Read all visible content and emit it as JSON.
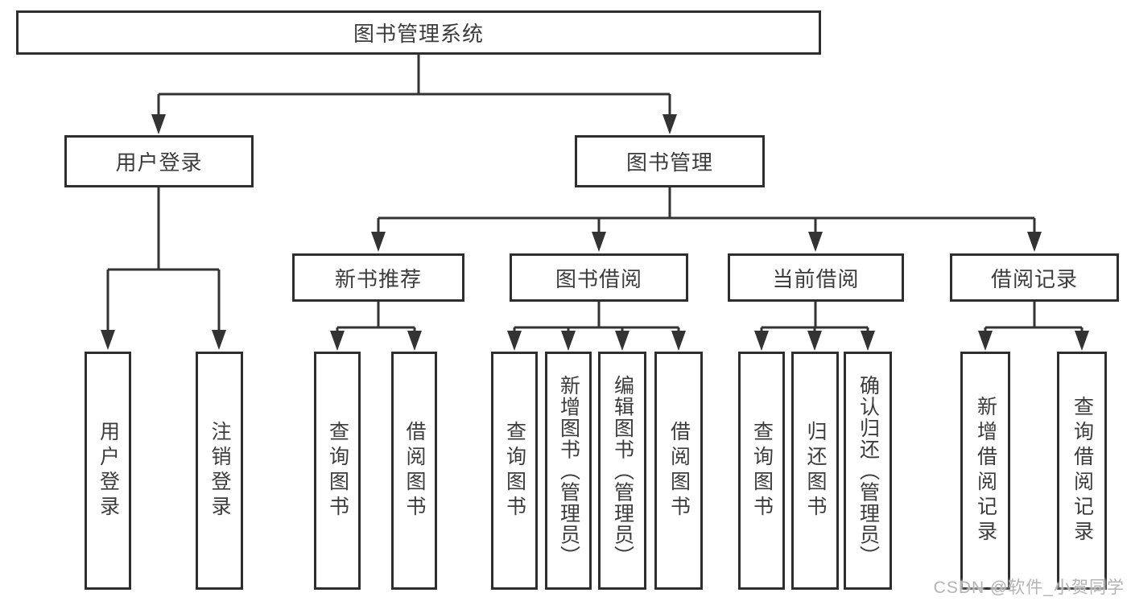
{
  "tree": {
    "root": {
      "label": "图书管理系统",
      "children": [
        {
          "label": "用户登录",
          "children": [
            {
              "label": "用户登录"
            },
            {
              "label": "注销登录"
            }
          ]
        },
        {
          "label": "图书管理",
          "children": [
            {
              "label": "新书推荐",
              "children": [
                {
                  "label": "查询图书"
                },
                {
                  "label": "借阅图书"
                }
              ]
            },
            {
              "label": "图书借阅",
              "children": [
                {
                  "label": "查询图书"
                },
                {
                  "label": "新增图书（管理员）"
                },
                {
                  "label": "编辑图书（管理员）"
                },
                {
                  "label": "借阅图书"
                }
              ]
            },
            {
              "label": "当前借阅",
              "children": [
                {
                  "label": "查询图书"
                },
                {
                  "label": "归还图书"
                },
                {
                  "label": "确认归还（管理员）"
                }
              ]
            },
            {
              "label": "借阅记录",
              "children": [
                {
                  "label": "新增借阅记录"
                },
                {
                  "label": "查询借阅记录"
                }
              ]
            }
          ]
        }
      ]
    }
  },
  "watermark": "CSDN @软件_小贺同学",
  "colors": {
    "background": "#ffffff",
    "line": "#333333",
    "box_border": "#2e2e2e",
    "text": "#3c3c3c",
    "watermark": "#b3b3b3"
  }
}
